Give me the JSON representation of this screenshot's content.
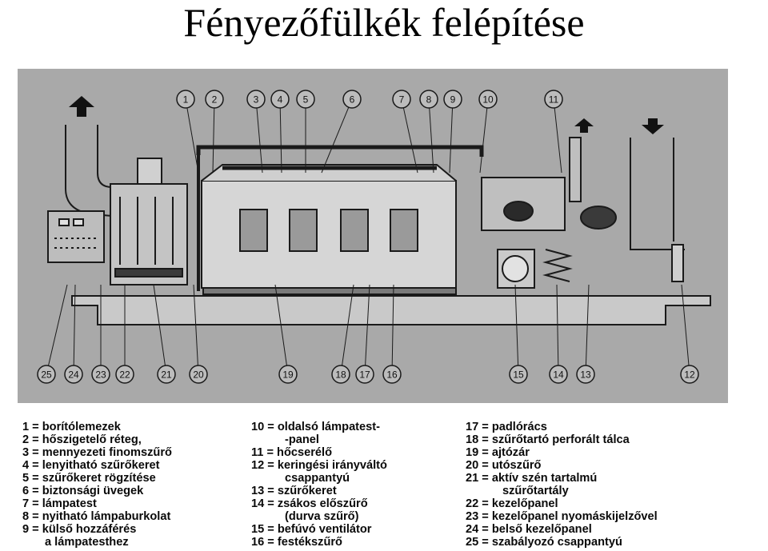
{
  "title": "Fényezőfülkék felépítése",
  "colors": {
    "diagram_bg": "#a9a9a9",
    "line": "#1a1a1a",
    "cabin_fill": "#d6d6d6",
    "window_fill": "#9a9a9a",
    "floor_fill": "#c9c9c9"
  },
  "callouts_top": [
    "1",
    "2",
    "3",
    "4",
    "5",
    "6",
    "7",
    "8",
    "9",
    "10",
    "11"
  ],
  "callouts_bottom": [
    "25",
    "24",
    "23",
    "22",
    "21",
    "20",
    "19",
    "18",
    "17",
    "16",
    "15",
    "14",
    "13",
    "12"
  ],
  "legend": {
    "col1": [
      "1 = borítólemezek",
      "2 = hőszigetelő réteg,",
      "3 = mennyezeti finomszűrő",
      "4 = lenyitható szűrőkeret",
      "5 = szűrőkeret rögzítése",
      "6 = biztonsági üvegek",
      "7 = lámpatest",
      "8 = nyitható lámpaburkolat",
      "9 = külső hozzáférés",
      "a lámpatesthez"
    ],
    "col2": [
      "10 = oldalsó lámpatest-",
      "-panel",
      "11 = hőcserélő",
      "12 = keringési irányváltó",
      "csappantyú",
      "13 = szűrőkeret",
      "14 = zsákos előszűrő",
      "(durva szűrő)",
      "15 = befúvó ventilátor",
      "16 = festékszűrő"
    ],
    "col3": [
      "17 = padlórács",
      "18 = szűrőtartó perforált tálca",
      "19 = ajtózár",
      "20 = utószűrő",
      "21 = aktív szén tartalmú",
      "szűrőtartály",
      "22 = kezelőpanel",
      "23 = kezelőpanel nyomáskijelzővel",
      "24 = belső kezelőpanel",
      "25 = szabályozó csappantyú"
    ]
  }
}
